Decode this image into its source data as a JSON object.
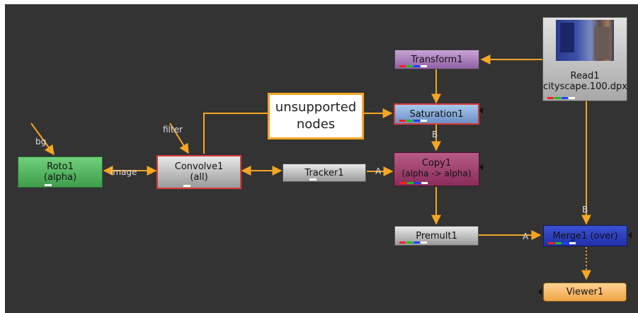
{
  "annotation": {
    "line1": "unsupported",
    "line2": "nodes"
  },
  "nodes": {
    "roto": {
      "line1": "Roto1",
      "line2": "(alpha)"
    },
    "convolve": {
      "line1": "Convolve1",
      "line2": "(all)"
    },
    "tracker": {
      "line1": "Tracker1"
    },
    "transform": {
      "line1": "Transform1"
    },
    "saturation": {
      "line1": "Saturation1"
    },
    "copy": {
      "line1": "Copy1",
      "line2": "(alpha -> alpha)"
    },
    "premult": {
      "line1": "Premult1"
    },
    "read": {
      "line1": "Read1",
      "line2": "cityscape.100.dpx"
    },
    "merge": {
      "line1": "Merge1 (over)"
    },
    "viewer": {
      "line1": "Viewer1"
    }
  },
  "input_labels": {
    "bg": "bg",
    "image": "image",
    "filter": "filter",
    "tracker_a": "A",
    "saturation_b": "B",
    "merge_a": "A",
    "merge_b": "B"
  },
  "colors": {
    "background": "#333333",
    "wire": "#f5a623",
    "selected_outline": "#d93a3a"
  }
}
